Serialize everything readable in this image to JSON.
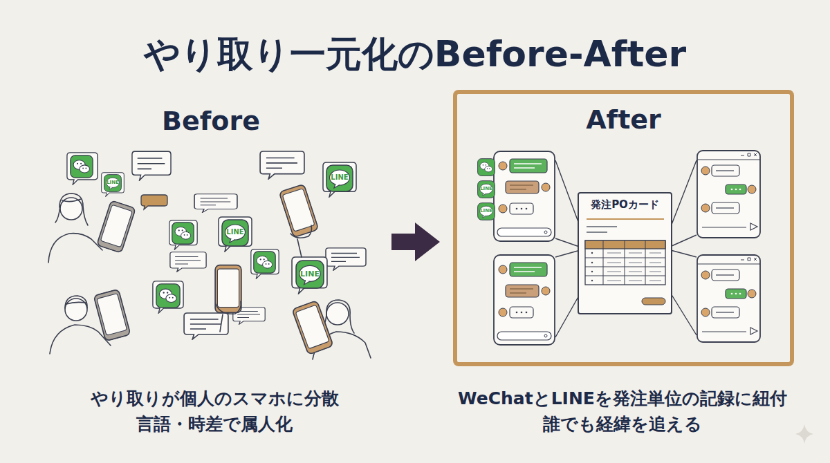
{
  "diagram": {
    "title": "やり取り一元化のBefore-After",
    "nodes": [
      {
        "text": [
          "After"
        ]
      },
      {
        "text": [
          "発注POカード"
        ],
        "in": 0
      }
    ],
    "labels": [
      "Before",
      "LINE",
      "LINE",
      "LINE",
      "LINE",
      "やり取りが個人のスマホに分散 言語・時差で属人化",
      "LINE",
      "LINE",
      "WeChatとLINEを発注単位の記録に紐付 誰でも経緯を追える"
    ]
  }
}
